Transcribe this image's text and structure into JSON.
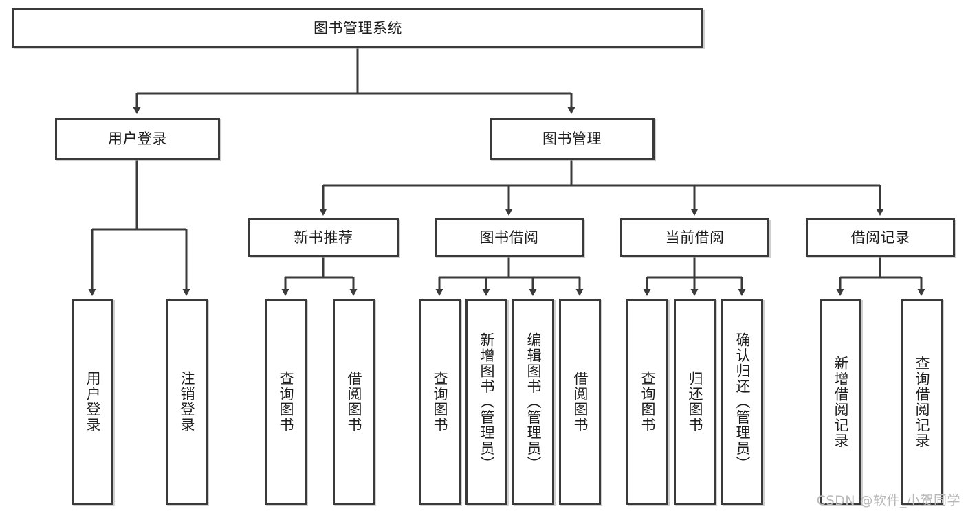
{
  "diagram": {
    "title": "图书管理系统",
    "type": "hierarchy-tree",
    "watermark": "CSDN @软件_小贺同学",
    "colors": {
      "box_border": "#3a3a3a",
      "box_fill": "#ffffff",
      "connector": "#3a3a3a",
      "text": "#1d1d1d",
      "watermark": "#b9b9b9"
    },
    "levels": {
      "root": "图书管理系统",
      "level2": [
        "用户登录",
        "图书管理"
      ],
      "level3": [
        "新书推荐",
        "图书借阅",
        "当前借阅",
        "借阅记录"
      ],
      "level4": [
        "用户登录",
        "注销登录",
        "查询图书",
        "借阅图书",
        "查询图书",
        "新增图书（管理员）",
        "编辑图书（管理员）",
        "借阅图书",
        "查询图书",
        "归还图书",
        "确认归还（管理员）",
        "新增借阅记录",
        "查询借阅记录"
      ]
    },
    "nodes": {
      "root": {
        "label": "图书管理系统"
      },
      "user_login": {
        "label": "用户登录"
      },
      "book_manage": {
        "label": "图书管理"
      },
      "new_book_rec": {
        "label": "新书推荐"
      },
      "book_borrow": {
        "label": "图书借阅"
      },
      "current_borrow": {
        "label": "当前借阅"
      },
      "borrow_record": {
        "label": "借阅记录"
      },
      "leaf_user_login": {
        "label": "用户登录"
      },
      "leaf_logout": {
        "label": "注销登录"
      },
      "leaf_query_book_a": {
        "label": "查询图书"
      },
      "leaf_borrow_book_a": {
        "label": "借阅图书"
      },
      "leaf_query_book_b": {
        "label": "查询图书"
      },
      "leaf_add_book": {
        "label": "新增图书（管理员）"
      },
      "leaf_edit_book": {
        "label": "编辑图书（管理员）"
      },
      "leaf_borrow_book_b": {
        "label": "借阅图书"
      },
      "leaf_query_book_c": {
        "label": "查询图书"
      },
      "leaf_return_book": {
        "label": "归还图书"
      },
      "leaf_confirm_return": {
        "label": "确认归还（管理员）"
      },
      "leaf_add_record": {
        "label": "新增借阅记录"
      },
      "leaf_query_record": {
        "label": "查询借阅记录"
      }
    },
    "edges": [
      {
        "from": "root",
        "to": "user_login"
      },
      {
        "from": "root",
        "to": "book_manage"
      },
      {
        "from": "user_login",
        "to": "leaf_user_login"
      },
      {
        "from": "user_login",
        "to": "leaf_logout"
      },
      {
        "from": "book_manage",
        "to": "new_book_rec"
      },
      {
        "from": "book_manage",
        "to": "book_borrow"
      },
      {
        "from": "book_manage",
        "to": "current_borrow"
      },
      {
        "from": "book_manage",
        "to": "borrow_record"
      },
      {
        "from": "new_book_rec",
        "to": "leaf_query_book_a"
      },
      {
        "from": "new_book_rec",
        "to": "leaf_borrow_book_a"
      },
      {
        "from": "book_borrow",
        "to": "leaf_query_book_b"
      },
      {
        "from": "book_borrow",
        "to": "leaf_add_book"
      },
      {
        "from": "book_borrow",
        "to": "leaf_edit_book"
      },
      {
        "from": "book_borrow",
        "to": "leaf_borrow_book_b"
      },
      {
        "from": "current_borrow",
        "to": "leaf_query_book_c"
      },
      {
        "from": "current_borrow",
        "to": "leaf_return_book"
      },
      {
        "from": "current_borrow",
        "to": "leaf_confirm_return"
      },
      {
        "from": "borrow_record",
        "to": "leaf_add_record"
      },
      {
        "from": "borrow_record",
        "to": "leaf_query_record"
      }
    ]
  }
}
